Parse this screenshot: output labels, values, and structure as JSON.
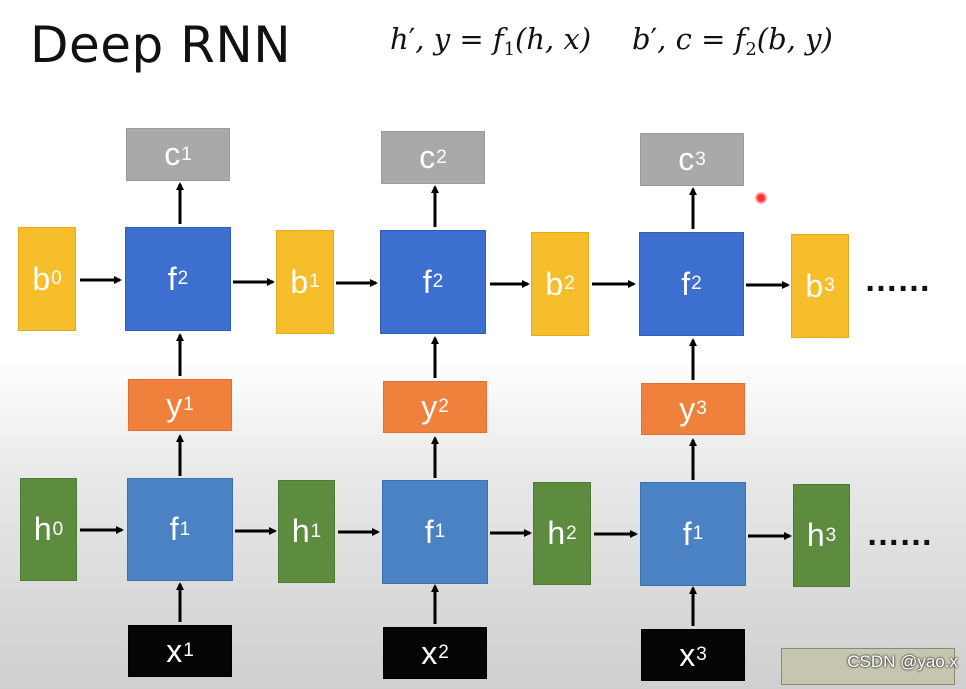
{
  "title": "Deep RNN",
  "formula": {
    "lhs1": "h",
    "lhs1_rest": ", y = ",
    "f1": "f",
    "f1_sub": "1",
    "f1_args": "(h, x)",
    "lhs2": "b",
    "lhs2_rest": ", c = ",
    "f2": "f",
    "f2_sub": "2",
    "f2_args": "(b, y)",
    "prime": "′"
  },
  "boxes": {
    "c1": {
      "base": "c",
      "sup": "1"
    },
    "c2": {
      "base": "c",
      "sup": "2"
    },
    "c3": {
      "base": "c",
      "sup": "3"
    },
    "b0": {
      "base": "b",
      "sup": "0"
    },
    "b1": {
      "base": "b",
      "sup": "1"
    },
    "b2": {
      "base": "b",
      "sup": "2"
    },
    "b3": {
      "base": "b",
      "sup": "3"
    },
    "f2a": {
      "base": "f",
      "sub": "2"
    },
    "f2b": {
      "base": "f",
      "sub": "2"
    },
    "f2c": {
      "base": "f",
      "sub": "2"
    },
    "y1": {
      "base": "y",
      "sup": "1"
    },
    "y2": {
      "base": "y",
      "sup": "2"
    },
    "y3": {
      "base": "y",
      "sup": "3"
    },
    "h0": {
      "base": "h",
      "sup": "0"
    },
    "h1": {
      "base": "h",
      "sup": "1"
    },
    "h2": {
      "base": "h",
      "sup": "2"
    },
    "h3": {
      "base": "h",
      "sup": "3"
    },
    "f1a": {
      "base": "f",
      "sub": "1"
    },
    "f1b": {
      "base": "f",
      "sub": "1"
    },
    "f1c": {
      "base": "f",
      "sub": "1"
    },
    "x1": {
      "base": "x",
      "sup": "1"
    },
    "x2": {
      "base": "x",
      "sup": "2"
    },
    "x3": {
      "base": "x",
      "sup": "3"
    }
  },
  "ellipsis": "……",
  "watermark": {
    "text": "CSDN @yao.x"
  },
  "colors": {
    "c": "#a9a9a9",
    "f2": "#3c6fd0",
    "b": "#f7be2b",
    "y": "#f0813c",
    "f1": "#4a82c3",
    "h": "#5e8c3f",
    "x": "#050505"
  }
}
